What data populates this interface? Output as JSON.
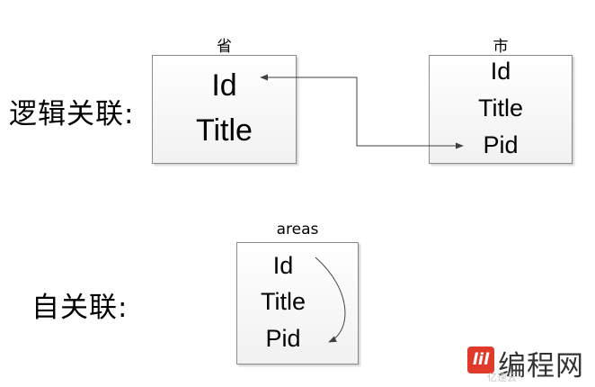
{
  "labels": {
    "logical": "逻辑关联:",
    "self": "自关联:"
  },
  "tables": {
    "province": {
      "title": "省",
      "fields": [
        "Id",
        "Title"
      ]
    },
    "city": {
      "title": "市",
      "fields": [
        "Id",
        "Title",
        "Pid"
      ]
    },
    "areas": {
      "title": "areas",
      "fields": [
        "Id",
        "Title",
        "Pid"
      ]
    }
  },
  "watermark": {
    "logo": "lil",
    "text": "编程网",
    "sub": "亿速云"
  },
  "colors": {
    "border": "#8a8a8a",
    "arrow": "#404040",
    "watermark_red": "#e03a2a"
  }
}
